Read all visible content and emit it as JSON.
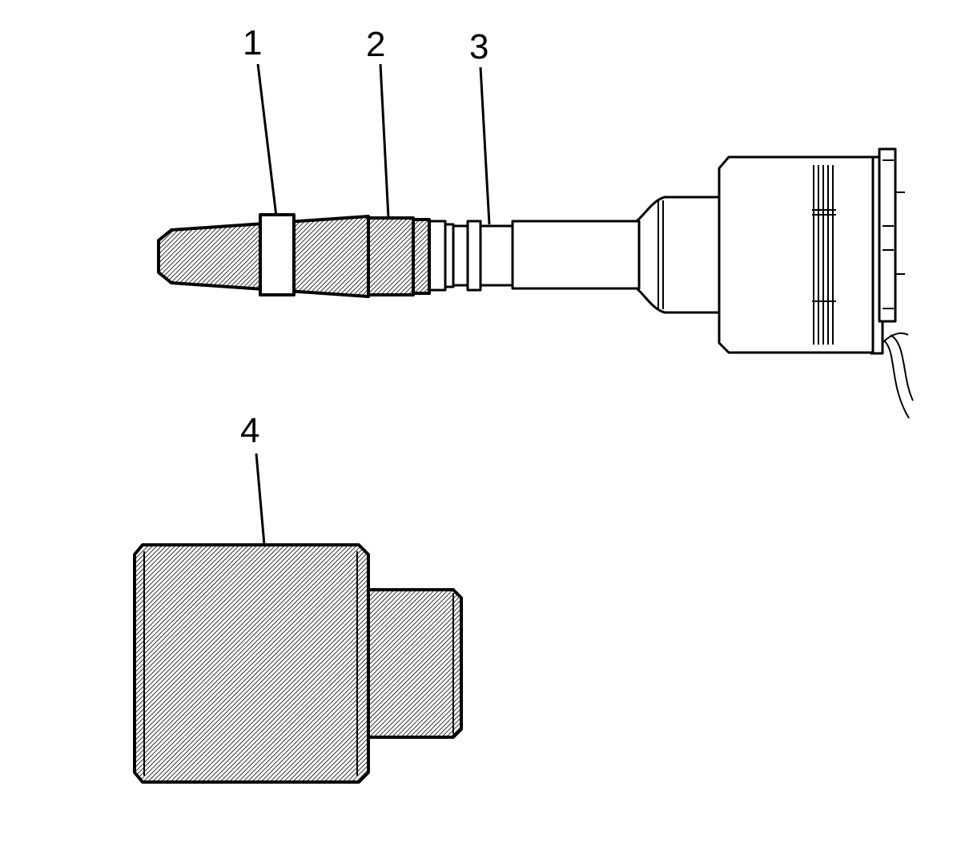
{
  "callouts": [
    {
      "id": "1",
      "label": "1"
    },
    {
      "id": "2",
      "label": "2"
    },
    {
      "id": "3",
      "label": "3"
    },
    {
      "id": "4",
      "label": "4"
    }
  ],
  "colors": {
    "line": "#000000",
    "background": "#ffffff",
    "hatch": "#000000"
  }
}
